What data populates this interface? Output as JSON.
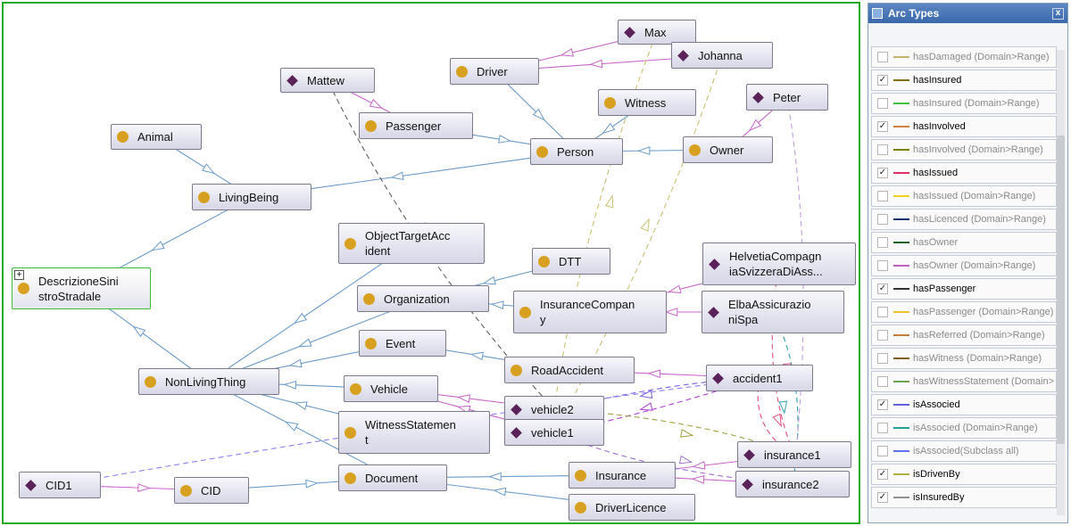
{
  "graph": {
    "nodes": [
      {
        "id": "max",
        "label": "Max",
        "kind": "individual"
      },
      {
        "id": "johanna",
        "label": "Johanna",
        "kind": "individual"
      },
      {
        "id": "driver",
        "label": "Driver",
        "kind": "class"
      },
      {
        "id": "mattew",
        "label": "Mattew",
        "kind": "individual"
      },
      {
        "id": "witness",
        "label": "Witness",
        "kind": "class"
      },
      {
        "id": "peter",
        "label": "Peter",
        "kind": "individual"
      },
      {
        "id": "passenger",
        "label": "Passenger",
        "kind": "class"
      },
      {
        "id": "animal",
        "label": "Animal",
        "kind": "class"
      },
      {
        "id": "person",
        "label": "Person",
        "kind": "class"
      },
      {
        "id": "owner",
        "label": "Owner",
        "kind": "class"
      },
      {
        "id": "livingbeing",
        "label": "LivingBeing",
        "kind": "class"
      },
      {
        "id": "objecttarget",
        "label": "ObjectTargetAcc\nident",
        "kind": "class"
      },
      {
        "id": "helvetia",
        "label": "HelvetiaCompagn\niaSvizzeraDiAss...",
        "kind": "individual"
      },
      {
        "id": "dtt",
        "label": "DTT",
        "kind": "class"
      },
      {
        "id": "descrizione",
        "label": "DescrizioneSini\nstroStradale",
        "kind": "class",
        "selected": true,
        "expandable": true
      },
      {
        "id": "organization",
        "label": "Organization",
        "kind": "class"
      },
      {
        "id": "insurancecompany",
        "label": "InsuranceCompan\ny",
        "kind": "class"
      },
      {
        "id": "elba",
        "label": "ElbaAssicurazio\nniSpa",
        "kind": "individual"
      },
      {
        "id": "event",
        "label": "Event",
        "kind": "class"
      },
      {
        "id": "roadaccident",
        "label": "RoadAccident",
        "kind": "class"
      },
      {
        "id": "accident1",
        "label": "accident1",
        "kind": "individual"
      },
      {
        "id": "nonliving",
        "label": "NonLivingThing",
        "kind": "class"
      },
      {
        "id": "vehicle",
        "label": "Vehicle",
        "kind": "class"
      },
      {
        "id": "vehicle2",
        "label": "vehicle2",
        "kind": "individual"
      },
      {
        "id": "witnessstatement",
        "label": "WitnessStatemen\nt",
        "kind": "class"
      },
      {
        "id": "vehicle1",
        "label": "vehicle1",
        "kind": "individual"
      },
      {
        "id": "insurance1",
        "label": "insurance1",
        "kind": "individual"
      },
      {
        "id": "cid1",
        "label": "CID1",
        "kind": "individual"
      },
      {
        "id": "cid",
        "label": "CID",
        "kind": "class"
      },
      {
        "id": "document",
        "label": "Document",
        "kind": "class"
      },
      {
        "id": "insurance",
        "label": "Insurance",
        "kind": "class"
      },
      {
        "id": "insurance2",
        "label": "insurance2",
        "kind": "individual"
      },
      {
        "id": "driverlicence",
        "label": "DriverLicence",
        "kind": "class"
      }
    ],
    "subclass_edges": [
      [
        "animal",
        "livingbeing"
      ],
      [
        "livingbeing",
        "descrizione"
      ],
      [
        "person",
        "livingbeing"
      ],
      [
        "driver",
        "person"
      ],
      [
        "witness",
        "person"
      ],
      [
        "passenger",
        "person"
      ],
      [
        "owner",
        "person"
      ],
      [
        "nonliving",
        "descrizione"
      ],
      [
        "objecttarget",
        "nonliving"
      ],
      [
        "organization",
        "nonliving"
      ],
      [
        "event",
        "nonliving"
      ],
      [
        "vehicle",
        "nonliving"
      ],
      [
        "witnessstatement",
        "nonliving"
      ],
      [
        "document",
        "nonliving"
      ],
      [
        "insurancecompany",
        "organization"
      ],
      [
        "dtt",
        "organization"
      ],
      [
        "roadaccident",
        "event"
      ],
      [
        "cid",
        "document"
      ],
      [
        "insurance",
        "document"
      ],
      [
        "driverlicence",
        "document"
      ]
    ],
    "instance_edges": [
      [
        "max",
        "driver",
        "#c864c8"
      ],
      [
        "johanna",
        "driver",
        "#c864c8"
      ],
      [
        "mattew",
        "passenger",
        "#c864c8"
      ],
      [
        "peter",
        "owner",
        "#c864c8"
      ],
      [
        "helvetia",
        "insurancecompany",
        "#c864c8"
      ],
      [
        "elba",
        "insurancecompany",
        "#c864c8"
      ],
      [
        "accident1",
        "roadaccident",
        "#c864c8"
      ],
      [
        "vehicle2",
        "vehicle",
        "#c864c8"
      ],
      [
        "vehicle1",
        "vehicle",
        "#c864c8"
      ],
      [
        "insurance1",
        "insurance",
        "#c864c8"
      ],
      [
        "insurance2",
        "insurance",
        "#c864c8"
      ],
      [
        "cid1",
        "cid",
        "#c864c8"
      ]
    ],
    "property_edges": [
      [
        "vehicle2",
        "max",
        "#c8c070"
      ],
      [
        "vehicle1",
        "johanna",
        "#c8c070"
      ],
      [
        "vehicle2",
        "mattew",
        "#606060"
      ],
      [
        "accident1",
        "vehicle2",
        "#8060e0"
      ],
      [
        "accident1",
        "vehicle1",
        "#b040d0"
      ],
      [
        "cid1",
        "accident1",
        "#9080f0"
      ],
      [
        "accident1",
        "insurance1",
        "#e05080"
      ],
      [
        "elba",
        "insurance2",
        "#30a0b0"
      ],
      [
        "helvetia",
        "insurance1",
        "#e05080"
      ],
      [
        "vehicle2",
        "insurance1",
        "#a0a040"
      ],
      [
        "vehicle1",
        "insurance2",
        "#a070d0"
      ],
      [
        "peter",
        "insurance2",
        "#c0a0e0"
      ]
    ]
  },
  "panel": {
    "title": "Arc Types",
    "close_label": "x",
    "arc_types": [
      {
        "label": "hasDamaged (Domain>Range)",
        "checked": false,
        "color": "#c8b070"
      },
      {
        "label": "hasInsured",
        "checked": true,
        "color": "#807010"
      },
      {
        "label": "hasInsured (Domain>Range)",
        "checked": false,
        "color": "#40c040"
      },
      {
        "label": "hasInvolved",
        "checked": true,
        "color": "#d08040"
      },
      {
        "label": "hasInvolved (Domain>Range)",
        "checked": false,
        "color": "#808000"
      },
      {
        "label": "hasIssued",
        "checked": true,
        "color": "#e03060"
      },
      {
        "label": "hasIssued (Domain>Range)",
        "checked": false,
        "color": "#f0d020"
      },
      {
        "label": "hasLicenced (Domain>Range)",
        "checked": false,
        "color": "#103070"
      },
      {
        "label": "hasOwner",
        "checked": false,
        "color": "#206020"
      },
      {
        "label": "hasOwner (Domain>Range)",
        "checked": false,
        "color": "#c060c0"
      },
      {
        "label": "hasPassenger",
        "checked": true,
        "color": "#303030"
      },
      {
        "label": "hasPassenger (Domain>Range)",
        "checked": false,
        "color": "#f0c030"
      },
      {
        "label": "hasReferred (Domain>Range)",
        "checked": false,
        "color": "#c08040"
      },
      {
        "label": "hasWitness (Domain>Range)",
        "checked": false,
        "color": "#806020"
      },
      {
        "label": "hasWitnessStatement (Domain>",
        "checked": false,
        "color": "#70a050"
      },
      {
        "label": "isAssocied",
        "checked": true,
        "color": "#6060e0"
      },
      {
        "label": "isAssocied (Domain>Range)",
        "checked": false,
        "color": "#20a0a0"
      },
      {
        "label": "isAssocied(Subclass all)",
        "checked": false,
        "color": "#6070f0"
      },
      {
        "label": "isDrivenBy",
        "checked": true,
        "color": "#b0b040"
      },
      {
        "label": "isInsuredBy",
        "checked": true,
        "color": "#909090"
      }
    ]
  }
}
